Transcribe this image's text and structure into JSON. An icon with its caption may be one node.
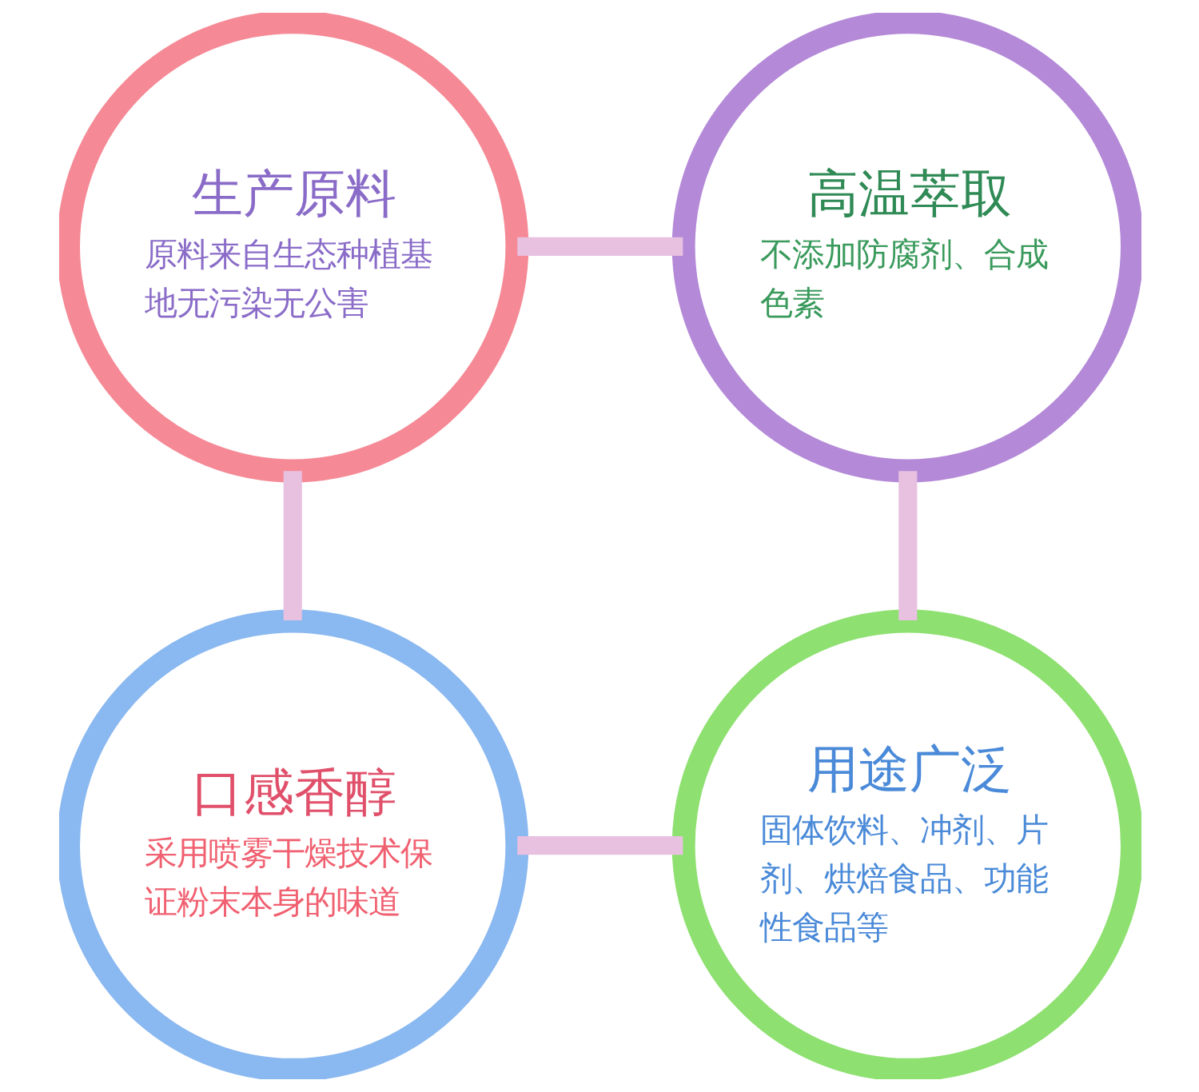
{
  "diagram": {
    "nodes": [
      {
        "text": [
          "生产原料",
          "原料来自生态种植基地无污染无公害"
        ]
      },
      {
        "text": [
          "高温萃取",
          "不添加防腐剂、合成色素"
        ]
      },
      {
        "text": [
          "口感香醇",
          "采用喷雾干燥技术保证粉末本身的味道"
        ]
      },
      {
        "text": [
          "用途广泛",
          "固体饮料、冲剂、片剂、烘焙食品、功能性食品等"
        ]
      }
    ],
    "edges": [
      {
        "from": 0,
        "to": 1,
        "arrow": "none"
      },
      {
        "from": 0,
        "to": 2,
        "arrow": "none"
      },
      {
        "from": 1,
        "to": 3,
        "arrow": "none"
      },
      {
        "from": 2,
        "to": 3,
        "arrow": "none"
      }
    ]
  }
}
